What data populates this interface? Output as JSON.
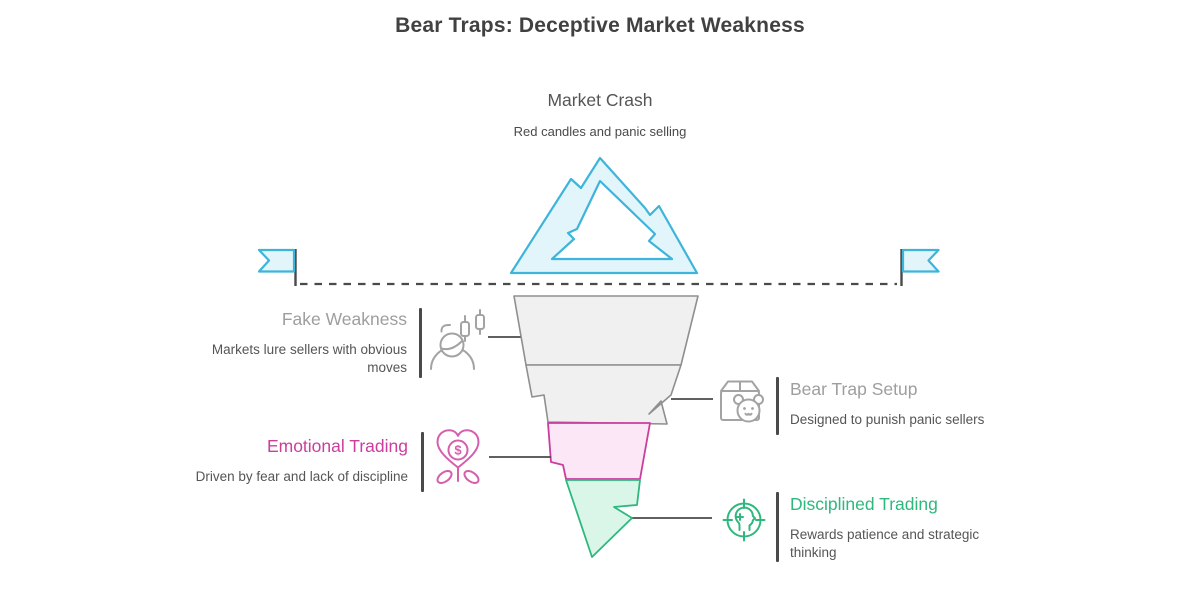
{
  "title": "Bear Traps: Deceptive Market Weakness",
  "top_node": {
    "title": "Market Crash",
    "subtitle": "Red candles and panic selling",
    "icon": "mountain-icon"
  },
  "baseline": {
    "left_icon": "flag-icon",
    "right_icon": "flag-icon",
    "style": "dashed"
  },
  "stages": [
    {
      "title": "Fake Weakness",
      "description": "Markets lure sellers with obvious moves",
      "side": "left",
      "icon": "trader-chart-icon",
      "accent": "#8f8f8f"
    },
    {
      "title": "Bear Trap Setup",
      "description": "Designed to punish panic sellers",
      "side": "right",
      "icon": "bear-package-icon",
      "accent": "#8f8f8f"
    },
    {
      "title": "Emotional Trading",
      "description": "Driven by fear and lack of discipline",
      "side": "left",
      "icon": "heart-dollar-icon",
      "accent": "#cc3d9e"
    },
    {
      "title": "Disciplined Trading",
      "description": "Rewards patience and strategic thinking",
      "side": "right",
      "icon": "target-head-icon",
      "accent": "#2eb87e"
    }
  ],
  "icons": {
    "dollar_glyph": "$"
  },
  "colors": {
    "background": "#ffffff",
    "title_text": "#414141",
    "muted_heading": "#9e9e9e",
    "body_text": "#555555",
    "accent_blue": "#3fb4da",
    "accent_blue_fill": "#e1f5fb",
    "accent_pink": "#cc3d9e",
    "accent_pink_icon": "#d55fae",
    "accent_pink_fill": "#fbe7f5",
    "accent_green": "#2eb87e",
    "accent_green_fill": "#d9f6e8",
    "funnel_gray_fill": "#f0f0f0",
    "funnel_gray_stroke": "#8f8f8f",
    "line_dark": "#4a4a4a",
    "icon_gray": "#a3a3a3"
  }
}
